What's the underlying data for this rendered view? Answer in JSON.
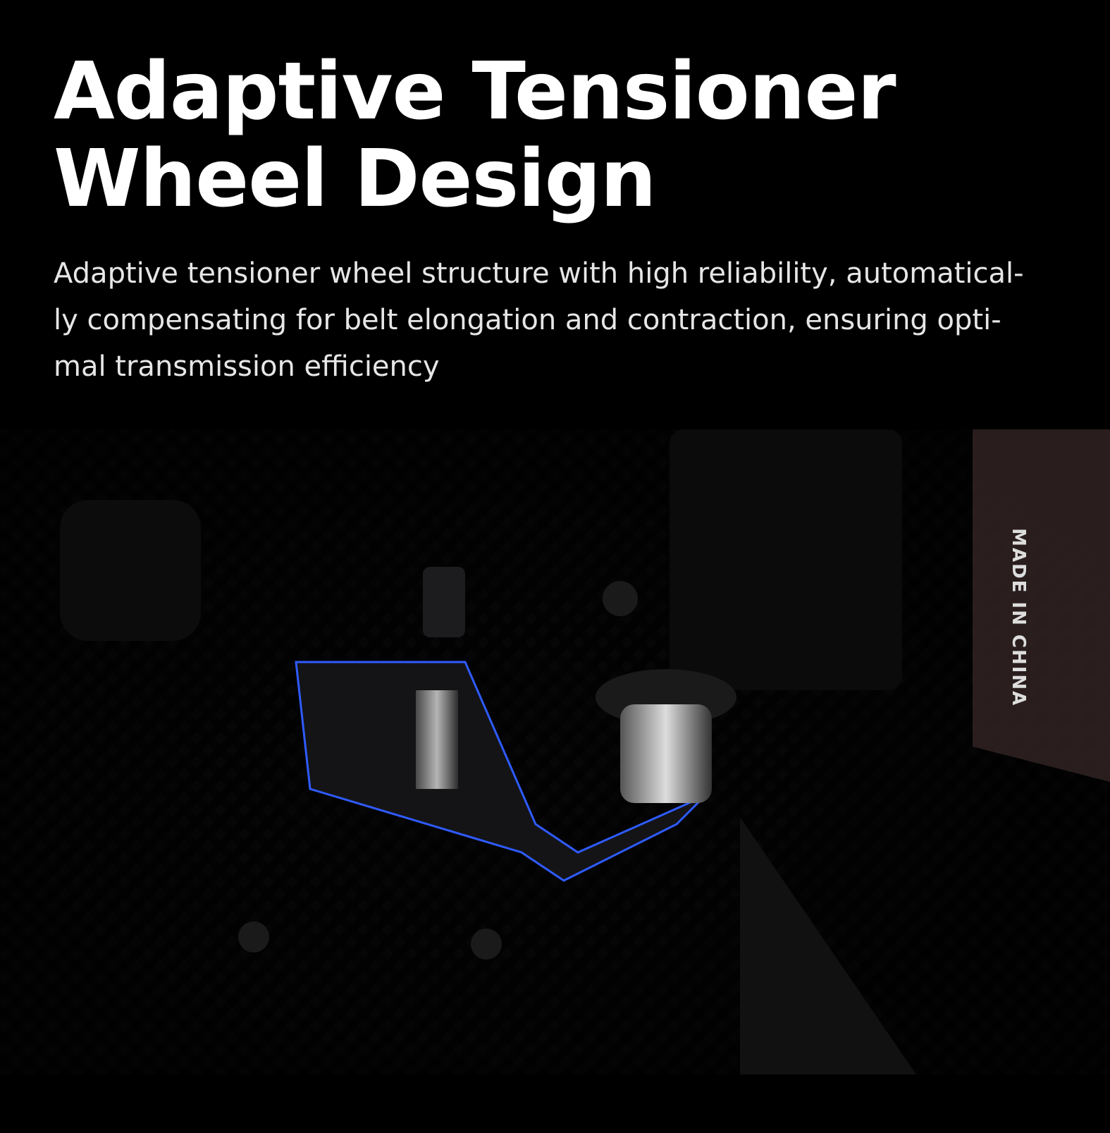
{
  "heading": {
    "line1": "Adaptive Tensioner",
    "line2": "Wheel Design"
  },
  "description": "Adaptive tensioner wheel structure with high reliability, automatical-ly compensating for belt elongation and contraction, ensuring opti-mal transmission efficiency",
  "photo": {
    "label_text": "MADE IN CHINA",
    "accent_color": "#2f5bff"
  }
}
